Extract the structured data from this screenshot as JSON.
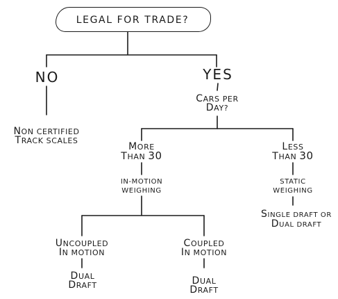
{
  "title": "LEGAL FOR TRADE?",
  "no": "NO",
  "yes": "YES",
  "cars_per_day": [
    "Cars Per",
    "Day?"
  ],
  "no_result": [
    "Non Certified",
    "Track Scales"
  ],
  "more_than": {
    "prefix": "More",
    "text": "than",
    "num": "30"
  },
  "less_than": {
    "prefix": "Less",
    "text": "than",
    "num": "30"
  },
  "in_motion": [
    "in-motion",
    "weighing"
  ],
  "static": [
    "static",
    "weighing"
  ],
  "static_result": [
    "Single draft or",
    "Dual draft"
  ],
  "uncoupled": [
    "Uncoupled",
    "In Motion"
  ],
  "coupled": [
    "Coupled",
    "In Motion"
  ],
  "uncoupled_result": [
    "Dual",
    "Draft"
  ],
  "coupled_result": [
    "Dual",
    "Draft"
  ]
}
